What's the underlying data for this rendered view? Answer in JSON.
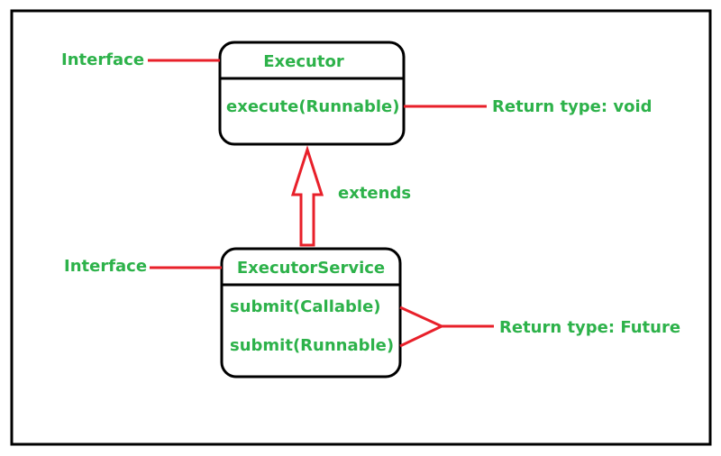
{
  "diagram": {
    "executor": {
      "title": "Executor",
      "methods": [
        "execute(Runnable)"
      ],
      "left_label": "Interface",
      "return_label": "Return type: void"
    },
    "executor_service": {
      "title": "ExecutorService",
      "methods": [
        "submit(Callable)",
        "submit(Runnable)"
      ],
      "left_label": "Interface",
      "return_label": "Return type: Future"
    },
    "relation_label": "extends",
    "colors": {
      "text": "#2db24a",
      "connector": "#e8202a",
      "outline": "#000000"
    }
  }
}
